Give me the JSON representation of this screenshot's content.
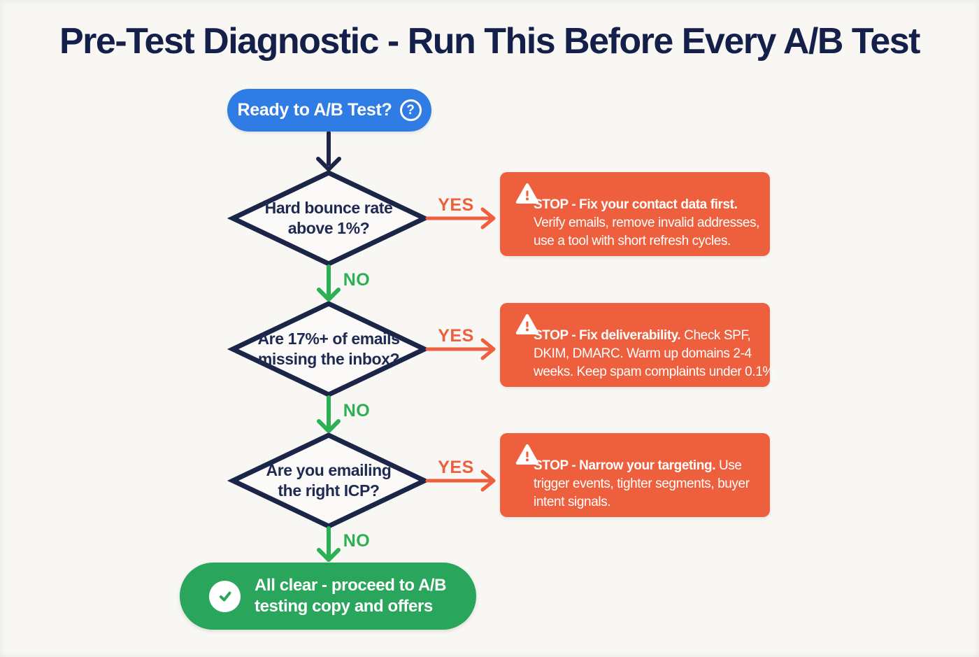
{
  "title": "Pre-Test Diagnostic - Run This Before Every A/B Test",
  "colors": {
    "bg": "#f8f7f4",
    "navy": "#1b2547",
    "title-navy": "#15204a",
    "blue": "#2f7ce4",
    "orange": "#ee5f3d",
    "green": "#2aa55c",
    "arrow-green": "#2bb053",
    "white": "#ffffff"
  },
  "start": {
    "label": "Ready to A/B Test?",
    "help_glyph": "?"
  },
  "decisions": [
    {
      "lines": [
        "Hard bounce rate",
        "above 1%?"
      ],
      "yes_label": "YES",
      "no_label": "NO",
      "stop": {
        "line1_bold": "STOP - Fix your contact data first.",
        "line1_rest": "",
        "line2": "Verify emails, remove invalid addresses,",
        "line3": "use a tool with short refresh cycles."
      }
    },
    {
      "lines": [
        "Are 17%+ of emails",
        "missing the inbox?"
      ],
      "yes_label": "YES",
      "no_label": "NO",
      "stop": {
        "line1_bold": "STOP - Fix deliverability.",
        "line1_rest": " Check SPF,",
        "line2": "DKIM, DMARC. Warm up domains 2-4",
        "line3": "weeks. Keep spam complaints under 0.1%."
      }
    },
    {
      "lines": [
        "Are you emailing",
        "the right ICP?"
      ],
      "yes_label": "YES",
      "no_label": "NO",
      "stop": {
        "line1_bold": "STOP - Narrow your targeting.",
        "line1_rest": " Use",
        "line2": "trigger events, tighter segments, buyer",
        "line3": "intent signals."
      }
    }
  ],
  "end": {
    "lines": [
      "All clear - proceed to A/B",
      "testing copy and offers"
    ]
  }
}
